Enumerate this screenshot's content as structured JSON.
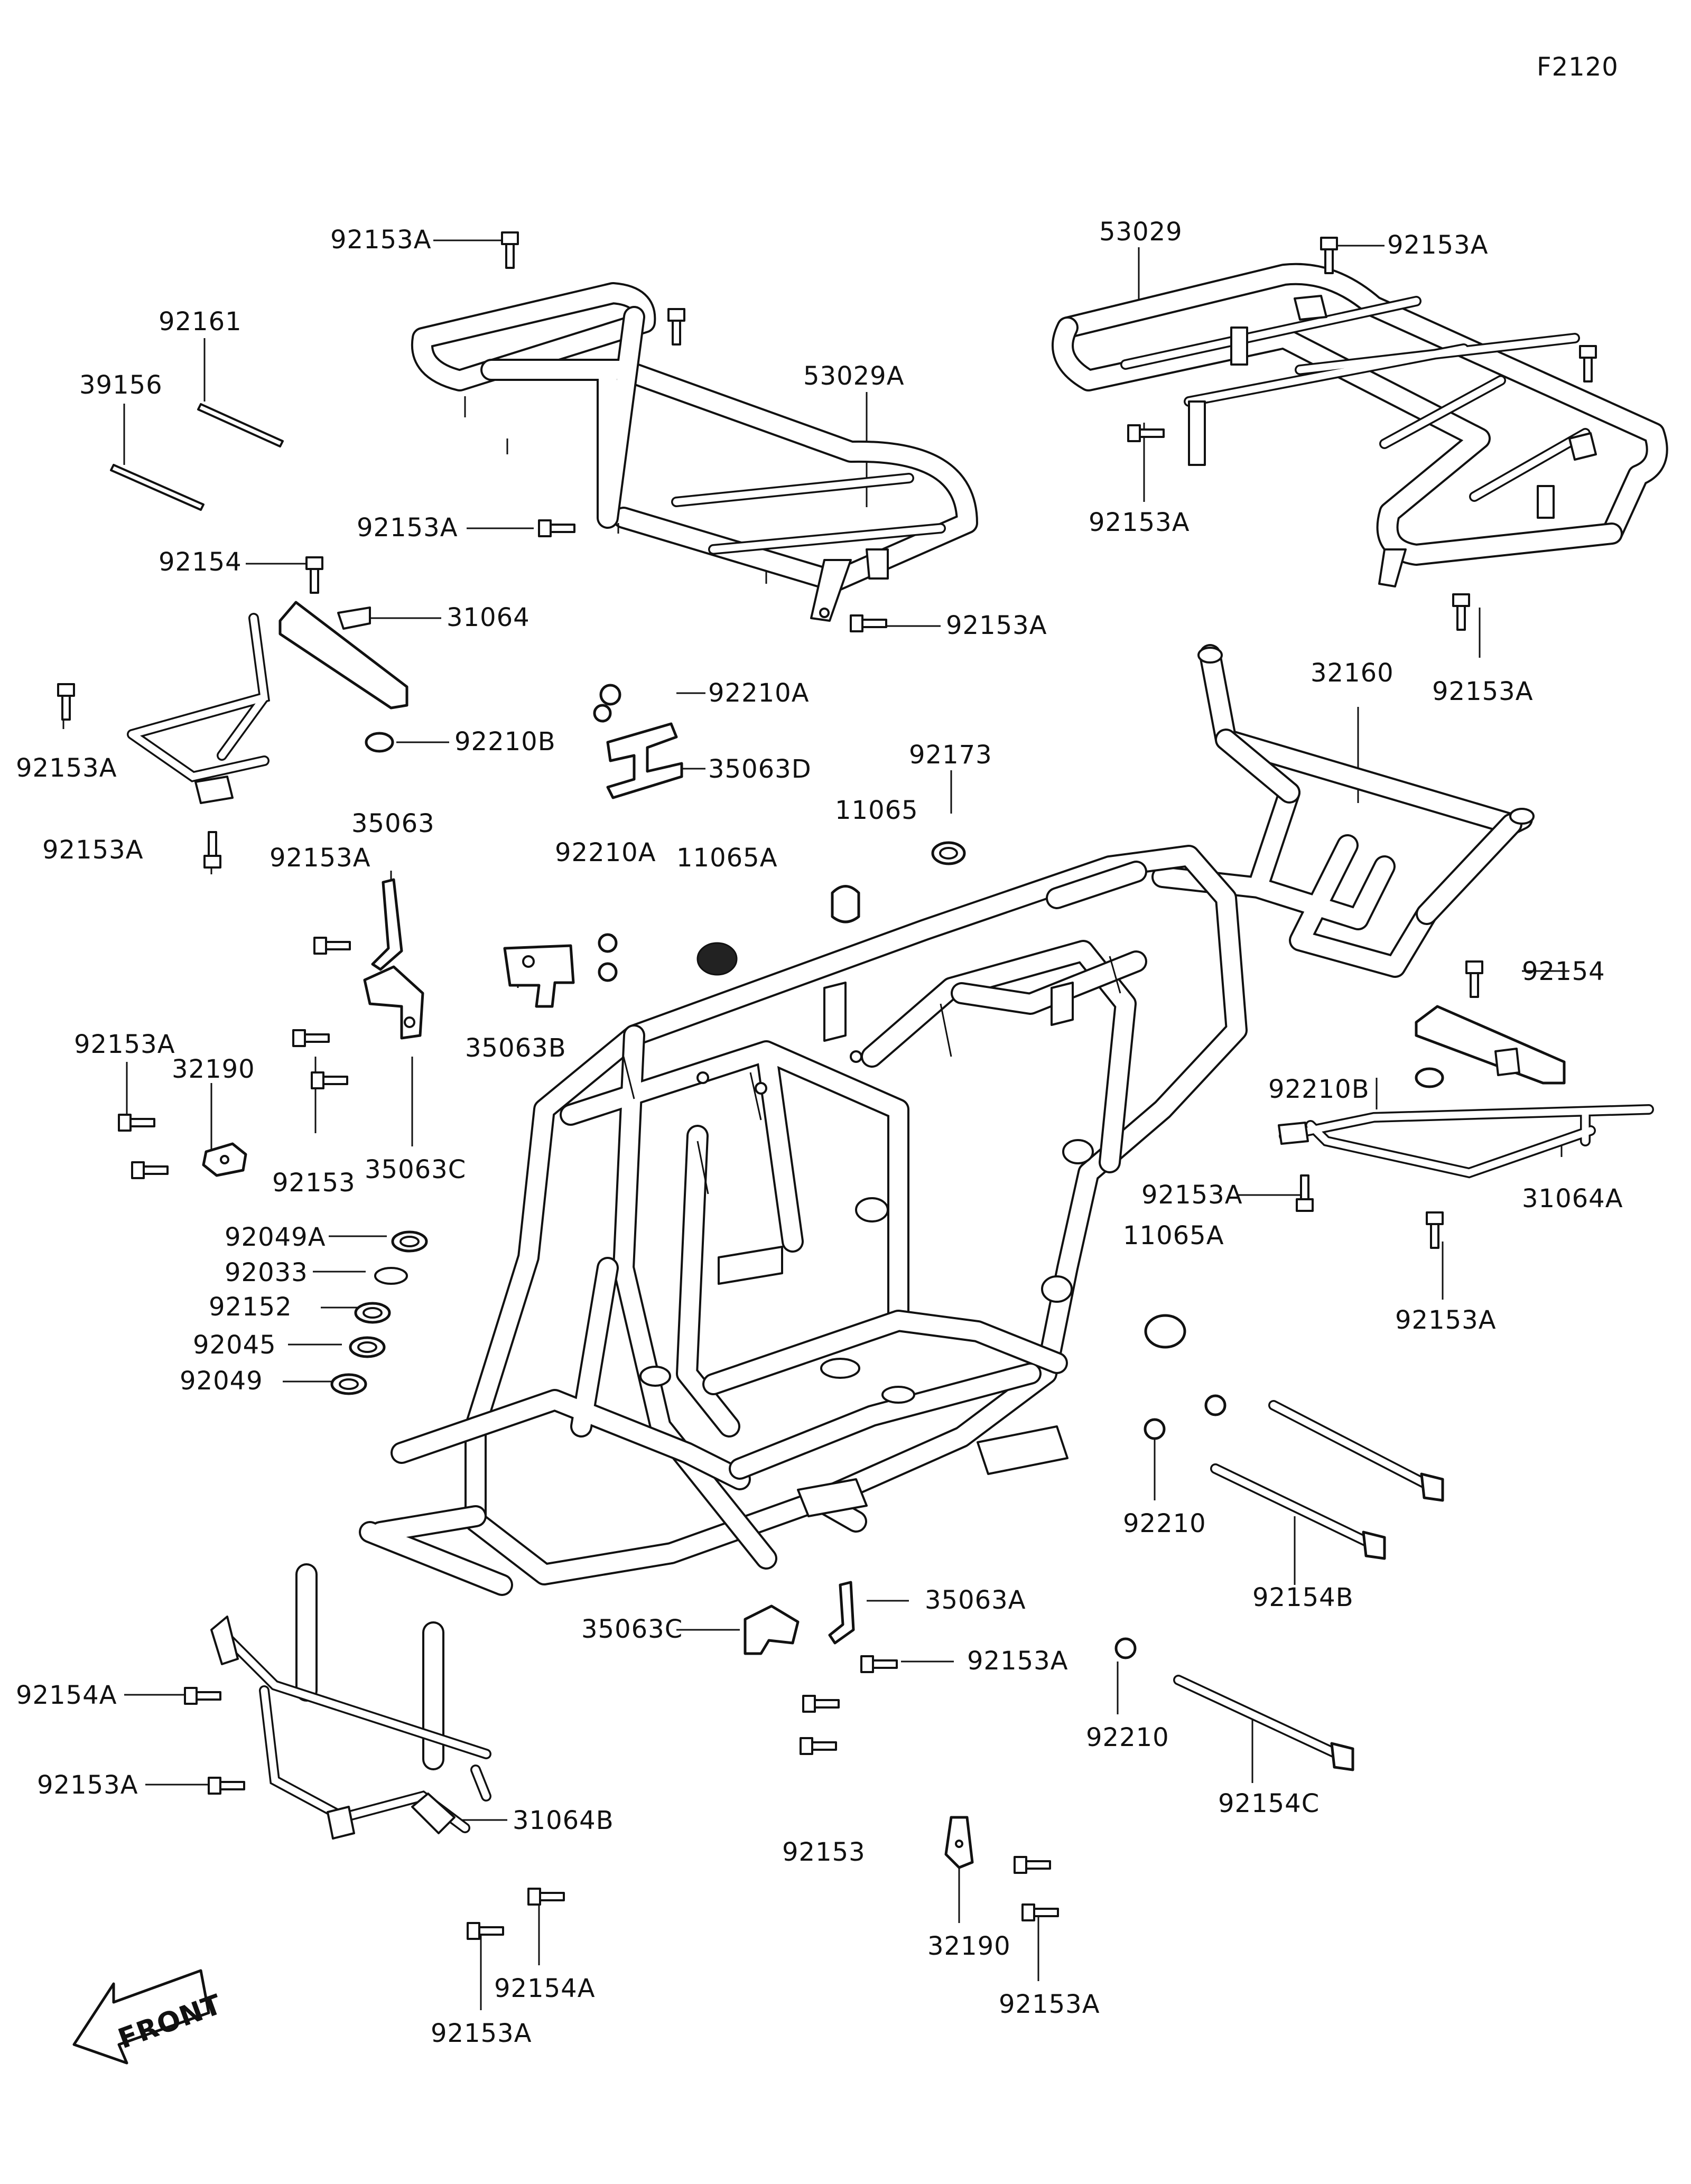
{
  "figure_code": "F2120",
  "front_marker": "FRONT",
  "labels": {
    "l_92153A_1": "92153A",
    "l_53029": "53029",
    "l_92153A_2": "92153A",
    "l_92161": "92161",
    "l_53029A": "53029A",
    "l_39156": "39156",
    "l_92153A_3": "92153A",
    "l_92153A_4": "92153A",
    "l_92154_1": "92154",
    "l_31064": "31064",
    "l_92153A_5": "92153A",
    "l_32160": "32160",
    "l_92153A_6": "92153A",
    "l_92210A_1": "92210A",
    "l_92153A_7": "92153A",
    "l_92210B_1": "92210B",
    "l_35063D": "35063D",
    "l_92173": "92173",
    "l_11065_1": "11065",
    "l_92153A_8": "92153A",
    "l_35063": "35063",
    "l_92210A_2": "92210A",
    "l_11065A": "11065A",
    "l_92153A_9": "92153A",
    "l_92154_2": "92154",
    "l_35063B": "35063B",
    "l_92153A_10": "92153A",
    "l_32190_1": "32190",
    "l_92210B_2": "92210B",
    "l_92153_1": "92153",
    "l_35063C_1": "35063C",
    "l_92153A_11": "92153A",
    "l_31064A": "31064A",
    "l_11065A_2": "11065A",
    "l_92049A": "92049A",
    "l_92033": "92033",
    "l_92153A_12": "92153A",
    "l_92152": "92152",
    "l_92045": "92045",
    "l_92049": "92049",
    "l_92210_1": "92210",
    "l_92154B": "92154B",
    "l_35063A": "35063A",
    "l_35063C_2": "35063C",
    "l_92153A_13": "92153A",
    "l_92154A_1": "92154A",
    "l_92210_2": "92210",
    "l_92153A_14": "92153A",
    "l_92154C": "92154C",
    "l_31064B": "31064B",
    "l_92153_2": "92153",
    "l_32190_2": "32190",
    "l_92154A_2": "92154A",
    "l_92153A_15": "92153A",
    "l_92153A_16": "92153A"
  }
}
